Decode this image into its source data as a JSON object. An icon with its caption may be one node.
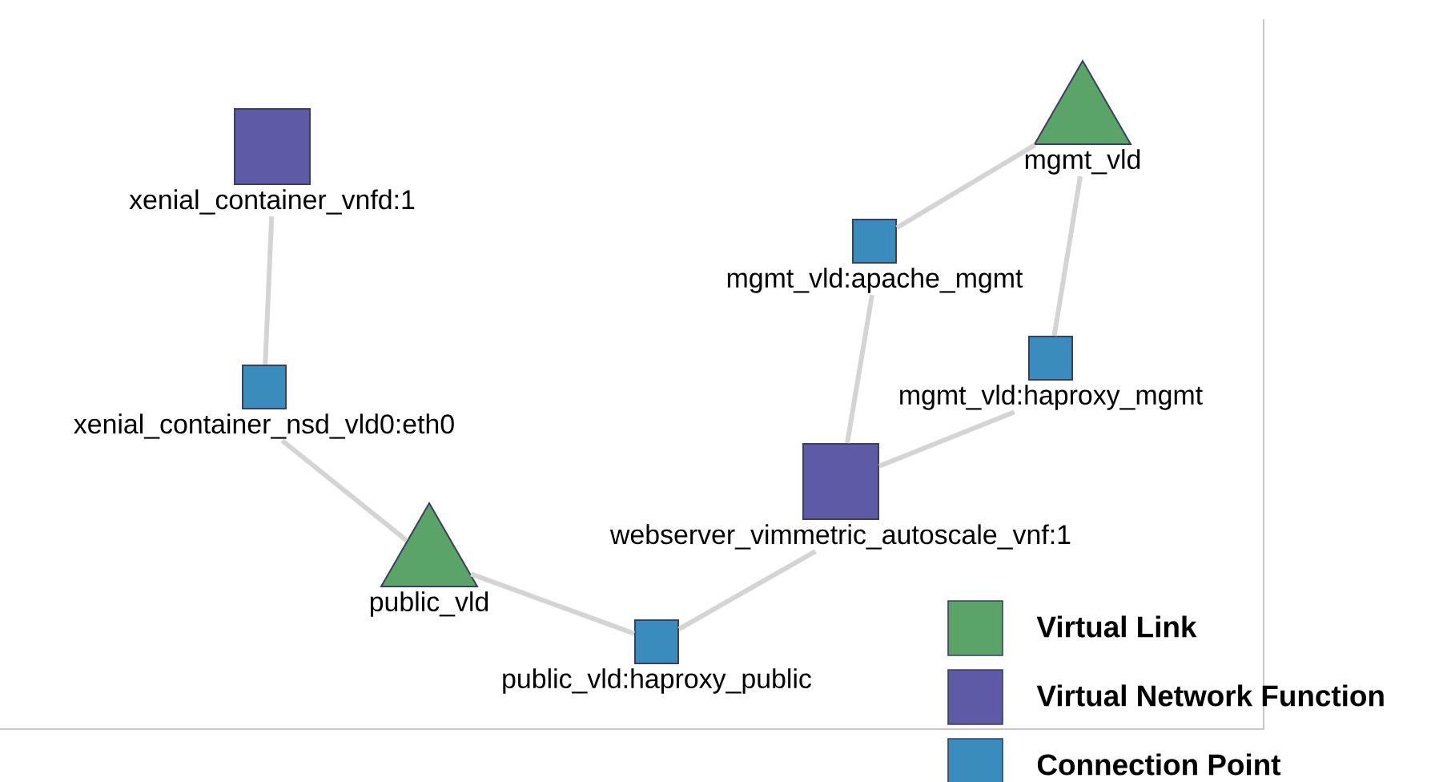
{
  "diagram": {
    "nodes": [
      {
        "text": [
          "xenial_container_vnfd:1"
        ]
      },
      {
        "text": [
          "mgmt_vld"
        ]
      },
      {
        "text": [
          "mgmt_vld:apache_mgmt"
        ]
      },
      {
        "text": [
          "mgmt_vld:haproxy_mgmt"
        ]
      },
      {
        "text": [
          "xenial_container_nsd_vld0:eth0"
        ]
      },
      {
        "text": [
          "webserver_vimmetric_autoscale_vnf:1"
        ]
      },
      {
        "text": [
          "public_vld"
        ]
      },
      {
        "text": [
          "public_vld:haproxy_public"
        ]
      }
    ],
    "edges": [
      {
        "from": 0,
        "to": 4,
        "arrow": "none"
      },
      {
        "from": 4,
        "to": 6,
        "arrow": "none"
      },
      {
        "from": 6,
        "to": 7,
        "arrow": "none"
      },
      {
        "from": 7,
        "to": 5,
        "arrow": "none"
      },
      {
        "from": 5,
        "to": 2,
        "arrow": "none"
      },
      {
        "from": 5,
        "to": 3,
        "arrow": "none"
      },
      {
        "from": 2,
        "to": 1,
        "arrow": "none"
      },
      {
        "from": 3,
        "to": 1,
        "arrow": "none"
      }
    ],
    "legend": [
      {
        "text": "Virtual Link",
        "color": "#5aa469"
      },
      {
        "text": "Virtual Network Function",
        "color": "#5f5aa6"
      },
      {
        "text": "Connection Point",
        "color": "#3a8cbd"
      }
    ]
  }
}
